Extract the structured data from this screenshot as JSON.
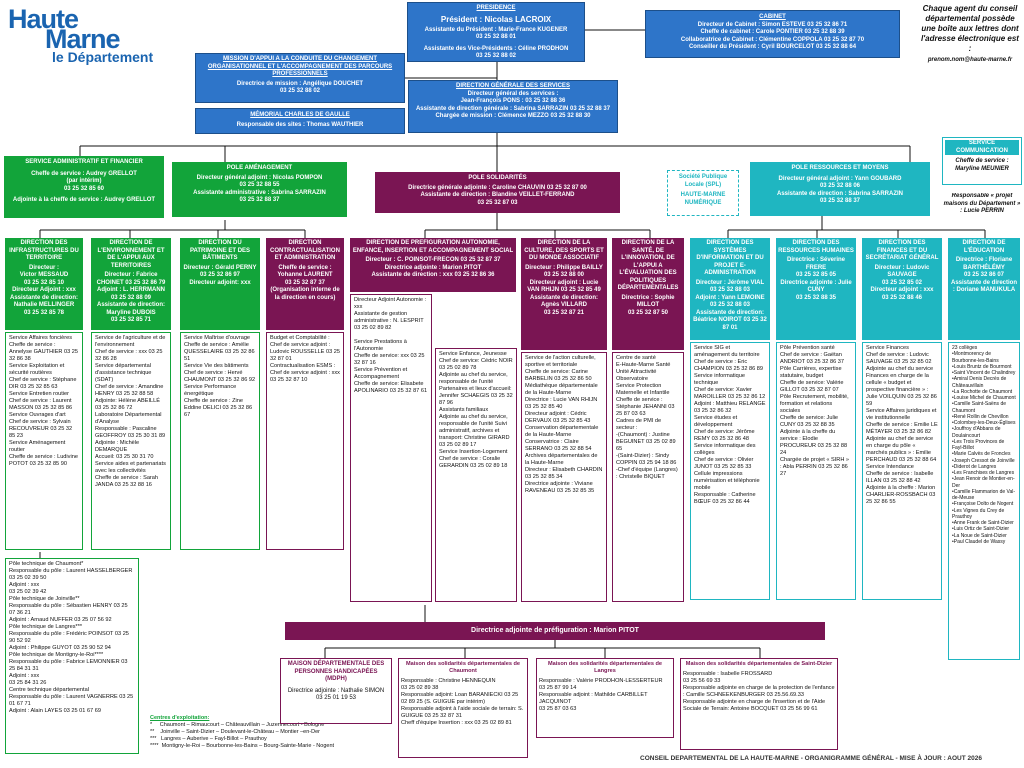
{
  "logo": {
    "line1": "Haute",
    "line2": "Marne",
    "line3": "le Département"
  },
  "note": {
    "text": "Chaque agent du conseil départemental possède une boîte aux lettres dont l'adresse électronique est :",
    "email": "prenom.nom@haute-marne.fr"
  },
  "presidence": {
    "title": "PRESIDENCE",
    "president": "Président : Nicolas LACROIX",
    "l1": "Assistante du Président : Marie-France KUGENER",
    "l2": "03 25 32 88 01",
    "l3": "Assistante des Vice-Présidents : Céline PRODHON",
    "l4": "03 25 32 88 02"
  },
  "cabinet": {
    "title": "CABINET",
    "l1": "Directeur de Cabinet : Simon ESTEVE 03 25 32 86 71",
    "l2": "Cheffe de cabinet : Carole PONTIER 03 25 32 88 39",
    "l3": "Collaboratrice de Cabinet : Clémentine COPPOLA 03 25 32 87 70",
    "l4": "Conseiller du Président : Cyril BOURCELOT 03 25 32 88 64"
  },
  "mission": {
    "title": "MISSION D'APPUI A LA CONDUITE DU CHANGEMENT ORGANISATIONNEL ET L'ACCOMPAGNEMENT DES PARCOURS PROFESSIONNELS",
    "l1": "Directrice de mission : Angélique DOUCHET",
    "l2": "03 25 32 88 02"
  },
  "memorial": {
    "title": "MÉMORIAL CHARLES DE GAULLE",
    "l1": "Responsable des sites : Thomas WAUTHIER"
  },
  "dgs": {
    "title": "DIRECTION GÉNÉRALE DES SERVICES",
    "l1": "Directeur général des services :",
    "l2": "Jean-François PONS : 03 25 32 88 36",
    "l3": "Assistante de direction générale : Sabrina SARRAZIN 03 25 32 88 37",
    "l4": "Chargée de mission : Clémence MEZZO 03 25 32 88 30"
  },
  "svcAdmin": {
    "title": "SERVICE ADMINISTRATIF ET FINANCIER",
    "l1": "Cheffe de service : Audrey GRELLOT",
    "l2": "(par intérim)",
    "l3": "03 25 32 85 60",
    "l4": "Adjointe à la cheffe de service : Audrey GRELLOT"
  },
  "poleAmen": {
    "title": "POLE AMÉNAGEMENT",
    "l1": "Directeur général adjoint : Nicolas POMPON",
    "l2": "03 25 32 88 55",
    "l3": "Assistante administrative : Sabrina SARRAZIN",
    "l4": "03 25 32 88 37"
  },
  "poleSol": {
    "title": "POLE SOLIDARITÉS",
    "l1": "Directrice générale adjointe : Caroline CHAUVIN 03 25 32 87 00",
    "l2": "Assistante de direction : Blandine VEILLET-FERRAND",
    "l3": "03 25 32 87 03"
  },
  "spl": {
    "l1": "Société Publique",
    "l2": "Locale (SPL)",
    "l3": "HAUTE-MARNE",
    "l4": "NUMÉRIQUE"
  },
  "poleRes": {
    "title": "POLE RESSOURCES ET MOYENS",
    "l1": "Directeur général adjoint : Yann GOUBARD",
    "l2": "03 25 32 88 06",
    "l3": "Assistante de direction : Sabrina SARRAZIN",
    "l4": "03 25 32 88 37"
  },
  "svcComm": {
    "title": "SERVICE COMMUNICATION",
    "l1": "Cheffe de service : Maryline MEUNIER"
  },
  "maisonsResp": {
    "l1": "Responsable « projet maisons du Département » : Lucie PERRIN"
  },
  "dirs": [
    {
      "title": "DIRECTION DES INFRASTRUCTURES DU TERRITOIRE",
      "body": "Directeur :\nVictor MESSAUD\n03 25 32 85 10\nDirecteur Adjoint : xxx\nAssistante de direction: Nathalie MELLINGER\n03 25 32 85 78"
    },
    {
      "title": "DIRECTION DE L'ENVIRONNEMENT ET DE L'APPUI AUX TERRITOIRES",
      "body": "Directeur : Fabrice CHOINET 03 25 32 86 79\nAdjoint : L. HERRMANN\n03 25 32 88 09\nAssistante de direction: Maryline DUBOIS\n03 25 32 85 71"
    },
    {
      "title": "DIRECTION DU PATRIMOINE ET DES BÂTIMENTS",
      "body": "Directeur : Gérald PERNY\n03 25 32 86 97\nDirecteur adjoint: xxx"
    },
    {
      "title": "DIRECTION CONTRACTUALISATION ET ADMINISTRATION",
      "body": "Cheffe de service : Yohanne LAURENT\n03 25 32 87 37\n(Organisation interne de la direction en cours)"
    },
    {
      "title": "DIRECTION DE PREFIGURATION AUTONOMIE, ENFANCE, INSERTION ET ACCOMPAGNEMENT SOCIAL",
      "body": "Directeur : C. POINSOT-FRECON 03 25 32 87 37\nDirectrice adjointe : Marion PITOT\nAssistante de direction : xxx 03 25 32 86 36"
    },
    {
      "title": "DIRECTION DE LA CULTURE, DES SPORTS ET DU MONDE ASSOCIATIF",
      "body": "Directeur : Philippe BAILLY\n03 25 32 88 00\nDirecteur adjoint : Lucie VAN RHIJN 03 25 32 85 49\nAssistante de direction: Agnès VILLARD\n03 25 32 87 21"
    },
    {
      "title": "DIRECTION DE LA SANTÉ, DE L'INNOVATION, DE L'APPUI A L'ÉVALUATION DES POLITIQUES DÉPARTEMENTALES",
      "body": "Directrice : Sophie MILLOT\n03 25 32 87 50"
    },
    {
      "title": "DIRECTION DES SYSTÈMES D'INFORMATION ET DU PROJET E-ADMINISTRATION",
      "body": "Directeur : Jérôme VIAL 03 25 32 88 03\nAdjoint : Yann LEMOINE 03 25 32 88 03\nAssistante de direction: Béatrice NOIROT 03 25 32 87 01"
    },
    {
      "title": "DIRECTION DES RESSOURCES HUMAINES",
      "body": "Directrice : Séverine FRERE\n03 25 32 85 05\nDirectrice adjointe : Julie CUNY\n03 25 32 88 35"
    },
    {
      "title": "DIRECTION DES FINANCES ET DU SECRÉTARIAT GÉNÉRAL",
      "body": "Directeur : Ludovic SAUVAGE\n03 25 32 85 02\nDirecteur adjoint : xxx\n03 25 32 88 46"
    },
    {
      "title": "DIRECTION DE L'ÉDUCATION",
      "body": "Directrice : Floriane BARTHÉLÉMY\n03 25 32 86 07\nAssistante de direction : Doriane MANUKULA"
    }
  ],
  "svc": [
    "Service Affaires foncières\nCheffe de service : Annelyse GAUTHIER 03 25 32 86 38\nService Exploitation et sécurité routières\nChef de service : Stéphane DIR 03 25 32 85 63\nService Entretien routier\nChef de service : Laurent MASSON 03 25 32 85 86\nService Ouvrages d'art\nChef de service : Sylvain RECOUVREUR 03 25 32 85 23\nService Aménagement routier\nCheffe de service : Ludivine POTOT 03 25 32 85 90",
    "Service de l'agriculture et de l'environnement\nChef de service : xxx 03 25 32 86 28\nService départemental d'assistance technique (SDAT)\nChef de service : Amandine HENRY 03 25 32 88 58\nAdjointe: Hélène ABEILLÉ 03 25 32 86 72\nLaboratoire Départemental d'Analyse\nResponsable : Pascaline GEOFFROY 03 25 30 31 89\nAdjointe : Michèle DEMARQUE\nAccueil: 03 25 30 31 70\nService aides et partenariats avec les collectivités\nCheffe de service : Sarah JANDA 03 25 32 88 16",
    "Service Maîtrise d'ouvrage\nCheffe de service : Amélie QUESSELAIRE 03 25 32 86 51\nService Vie des bâtiments\nChef de service : Hervé CHAUMONT 03 25 32 86 92\nService Performance énergétique\nCheffe de service : Zine Eddine DELICI 03 25 32 86 67",
    "Budget et Comptabilité :\nChef de service adjoint : Ludovic ROUSSELLE 03 25 32 87 01\nContractualisation ESMS :\nChef de service adjoint : xxx 03 25 32 87 10",
    "Directeur Adjoint Autonomie : xxx\nAssistante de gestion administrative : N. LESPRIT 03 25 02 89 82\n\nService Prestations à l'Autonomie\nCheffe de service: xxx 03 25 32 87 16\nService Prévention et Accompagnement\nCheffe de service: Elisabete APOLINARIO 03 25 32 87 61",
    "Service Enfance, Jeunesse\nChef de service: Cédric NOIR 03 25 02 89 78\nAdjointe au chef du service, responsable de l'unité Partenaires et lieux d'accueil: Jennifer SCHAEGIS 03 25 32 87 96\nAssistants familiaux\nAdjointe au chef du service, responsable de l'unité Suivi administratif, archives et transport: Christine GIRARD 03 25 02 89 17\nService Insertion-Logement\nChef de service : Coralie GERARDIN 03 25 02 89 18",
    "Service de l'action culturelle, sportive et territoriale\nCheffe de service: Carine BARBELIN 03 25 32 86 50\nMédiathèque départementale de la Haute-Marne\nDirectrice : Lucie VAN RHIJN 03 25 32 85 40\nDirecteur adjoint : Cédric DERVAUX 03 25 32 85 43\nConservation départementale de la Haute-Marne\nConservatrice : Claire SERRANO 03 25 32 88 54\nArchives départementales de la Haute-Marne\nDirecteur : Elisabeth CHARDIN 03 25 32 85 34\nDirectrice adjointe : Viviane RAVENEAU 03 25 32 85 35",
    "Centre de santé\nE-Haute-Marne Santé\nUnité Attractivité\nObservatoire\nService Protection Maternelle et Infantile\nCheffe de service : Stéphanie JEHANNI 03 25 87 03 63\nCadres de PMI de secteur :\n-(Chaumont) : Justine BEGUINET 03 25 02 89 65\n-(Saint-Dizier) : Sindy COPPIN 03 25 94 18 86\n-Chef d'équipe (Langres) : Christelle BIQUET",
    "Service SIG et aménagement du territoire\nChef de service : Eric CHAMPION 03 25 32 86 89\nService informatique technique\nChef de service: Xavier MAROILLER 03 25 32 86 12\nAdjoint : Matthieu RELANGE 03 25 32 86 32\nService études et développement\nChef de service: Jérôme REMY 03 25 32 86 48\nService informatique des collèges\nChef de service : Olivier JUNOT 03 25 32 85 33\nCellule impressions numérisation et téléphonie mobile\nResponsable : Catherine BŒUF 03 25 32 86 44",
    "Pôle Prévention santé\nChef de service : Gaëtan ANDRIOT 03 25 32 86 37\nPôle Carrières, expertise statutaire, budget\nCheffe de service: Valérie GILLOT 03 25 32 87 07\nPôle Recrutement, mobilité, formation et relations sociales\nCheffe de service: Julie CUNY 03 25 32 88 35\nAdjointe à la cheffe du service : Elodie PROCUREUR 03 25 32 88 24\nChargée de projet « SIRH » : Abla PERRIN 03 25 32 86 27",
    "Service Finances\nChef de service : Ludovic SAUVAGE 03 25 32 85 02\nAdjointe au chef du service Finances en charge de la cellule « budget et prospective financière » : Julie VOILQUIN 03 25 32 86 59\nService Affaires juridiques et vie institutionnelle\nCheffe de service : Emilie LE MÉTAYER 03 25 32 86 82\nAdjointe au chef de service en charge du pôle « marchés publics » : Emilie PERCHAUD 03 25 32 88 64\nService Intendance\nCheffe de service : Isabelle ILLAN 03 25 32 88 42\nAdjointe à la cheffe : Marion CHARLIER-ROSSBACH 03 25 32 86 55",
    "23 collèges\n•Montmorency de Bourbonne-les-Bains\n•Louis Bruntz de Bourmont\n•Saint Vincent de Chalindrey\n•Amiral Denis Decrès de Châteauvillain\n•La Rochotte de Chaumont\n•Louise Michel de Chaumont\n•Camille Saint-Saëns de Chaumont\n•René Rollin de Chevillon\n•Colombey-les-Deux-Églises\n•Jouffroy d'Abbans de Doulaincourt\n•Les Trois Provinces de Fayl-Billot\n•Marie Calvès de Froncles\n•Joseph Cressot de Joinville\n•Diderot de Langres\n•Les Franchises de Langres\n•Jean Renoir de Montier-en-Der\n•Camille Flammarion de Val-de-Meuse\n•Françoise Dolto de Nogent\n•Les Vignes du Crey de Prauthoy\n•Anne Frank de Saint-Dizier\n•Luis Ortiz de Saint-Dizier\n•La Noue de Saint-Dizier\n•Paul Claudel de Wassy"
  ],
  "poles": "Pôle technique de Chaumont*\nResponsable du pôle : Laurent HASSELBERGER 03 25 02 39 50\nAdjoint : xxx\n03 25 02 39 42\nPôle technique de Joinville**\nResponsable du pôle : Sébastien HENRY 03 25 07 36 21\nAdjoint : Arnaud NUFFER 03 25 07 56 92\nPôle technique de Langres***\nResponsable du pôle : Frédéric POINSOT 03 25 90 52 92\nAdjoint : Philippe GUYOT 03 25 90 52 94\nPôle technique de Montigny-le-Roi****\nResponsable du pôle : Fabrice LEMONNIER 03 25 84 31 31\nAdjoint : xxx\n03 25 84 31 26\nCentre technique départemental\nResponsable du pôle : Laurent VAGNERRE 03 25 01 67 71\nAdjoint : Alain LAYES 03 25 01 67 69",
  "centres": {
    "title": "Centres d'exploitation:",
    "l1": "*     Chaumont – Rimaucourt – Châteauvillain – Juzennecourt - Bologne",
    "l2": "**    Joinville – Saint-Dizier – Doulevant-le-Château – Montier –en-Der",
    "l3": "***   Langres – Auberive – Fayl-Billot – Prauthoy",
    "l4": "****  Montigny-le-Roi – Bourbonne-les-Bains – Bourg-Sainte-Marie - Nogent"
  },
  "prefig": "Directrice adjointe de préfiguration : Marion PITOT",
  "mdph": {
    "title": "MAISON DÉPARTEMENTALE DES PERSONNES HANDICAPÉES (MDPH)",
    "body": "Directrice adjointe : Nathalie SIMON\n03 25 01 19 53"
  },
  "msChaumont": {
    "title": "Maison des solidarités départementales de Chaumont",
    "body": "Responsable : Christine HENNEQUIN\n03 25 02 89 38\nResponsable adjoint: Loan BARANIECKI 03 25 02 89 25 (S. GUIGUE par intérim)\nResponsable adjoint à l'aide sociale de terrain: S. GUIGUE 03 25 32 87 31\nCheff d'équipe Insertion : xxx 03 25 02 89 81"
  },
  "msLangres": {
    "title": "Maison des solidarités départementales de Langres",
    "body": "Responsable : Valérie PRODHON-LESSERTEUR\n03 25 87 99 14\nResponsable adjoint : Mathilde CARBILLET JACQUINOT\n03 25 87 03 63"
  },
  "msStDizier": {
    "title": "Maison des solidarités départementales de Saint-Dizier",
    "body": "Responsable : Isabelle FROSSARD\n03 25 56 69 33\nResponsable adjointe en charge de la protection de l'enfance : Camille SCHNEEKENBURGER 03 25.56.69.33\nResponsable adjointe en charge de l'insertion et de l'Aide Sociale de Terrain: Antoine BOCQUET 03 25 56 99 61"
  },
  "footer": "CONSEIL DEPARTEMENTAL DE LA HAUTE-MARNE  -  ORGANIGRAMME GÉNÉRAL  -  MISE À JOUR : AOUT 2026"
}
